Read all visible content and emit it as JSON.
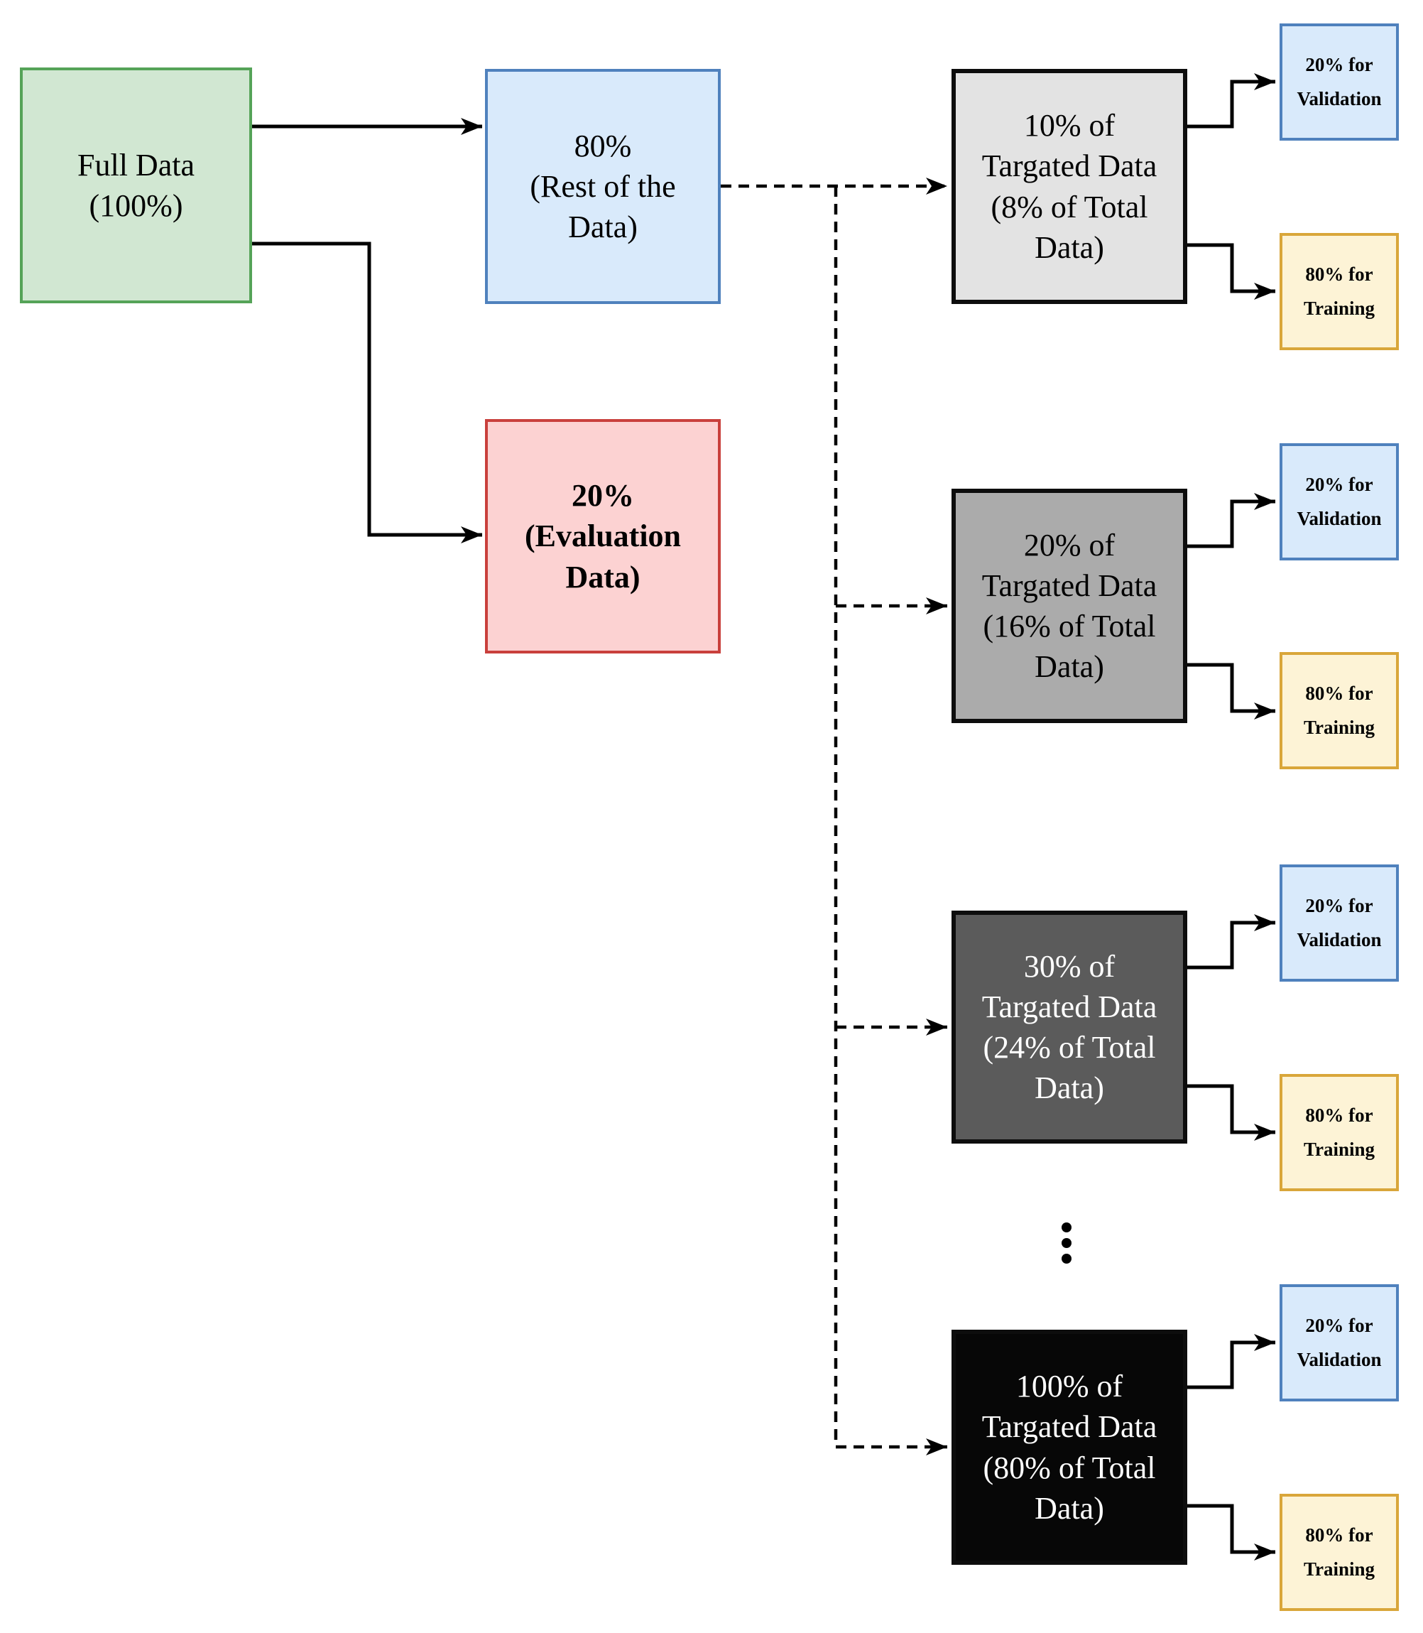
{
  "nodes": {
    "full": {
      "label": "Full Data\n(100%)"
    },
    "rest": {
      "label": "80%\n(Rest of the\nData)"
    },
    "evaluation": {
      "label": "20%\n(Evaluation\nData)"
    }
  },
  "groups": [
    {
      "target": {
        "label": "10% of\nTargated Data\n(8% of Total\nData)",
        "fill": "#e3e3e3",
        "text_color": "#000000"
      },
      "validation": {
        "label": "20% for\nValidation"
      },
      "training": {
        "label": "80% for\nTraining"
      }
    },
    {
      "target": {
        "label": "20% of\nTargated Data\n(16% of Total\nData)",
        "fill": "#ababab",
        "text_color": "#000000"
      },
      "validation": {
        "label": "20% for\nValidation"
      },
      "training": {
        "label": "80% for\nTraining"
      }
    },
    {
      "target": {
        "label": "30% of\nTargated Data\n(24% of Total\nData)",
        "fill": "#5b5b5b",
        "text_color": "#ffffff"
      },
      "validation": {
        "label": "20% for\nValidation"
      },
      "training": {
        "label": "80% for\nTraining"
      }
    },
    {
      "target": {
        "label": "100% of\nTargated Data\n(80% of Total\nData)",
        "fill": "#070707",
        "text_color": "#ffffff"
      },
      "validation": {
        "label": "20% for\nValidation"
      },
      "training": {
        "label": "80% for\nTraining"
      }
    }
  ],
  "colors": {
    "full_fill": "#d1e7d2",
    "full_border": "#55a358",
    "rest_fill": "#d9eafb",
    "rest_border": "#4f81bd",
    "evaluation_fill": "#fcd2d2",
    "evaluation_border": "#c9403c",
    "validation_fill": "#d9eafb",
    "validation_border": "#4f81bd",
    "training_fill": "#fdf3d6",
    "training_border": "#d9a63a",
    "target_border": "#0d0d0d",
    "connector": "#000000"
  }
}
